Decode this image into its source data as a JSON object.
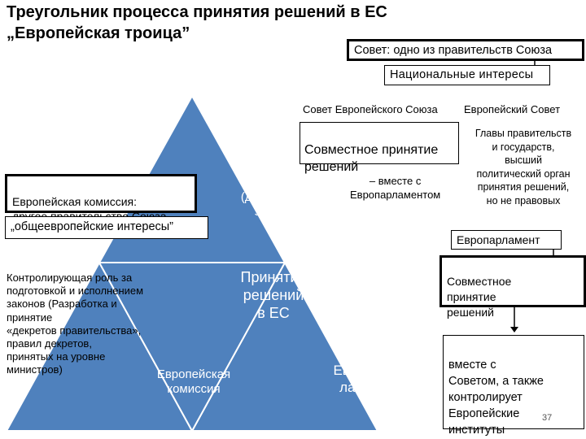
{
  "title": {
    "line1": "Треугольник процесса принятия решений в ЕС",
    "line2": "„Европейская троица”"
  },
  "council_box": "Совет: одно из правительств Союза",
  "national_box": "Национальные интересы",
  "council_eu_label": "Совет Европейского Союза",
  "european_council_label": "Европейский Совет",
  "joint_decision_top": "Совместное принятие\nрешений",
  "heads_text": "Главы правительств\nи государств,\nвысший\nполитический орган\nпринятия решений,\nно не правовых",
  "with_parliament": "– вместе с\nЕвропарламентом",
  "commission_box": "Европейская комиссия:\nдругое правительство Союза",
  "common_interests_box": "„общеевропейские интересы”",
  "council_triangle": "Совет\n(двуглавый\nзверь)",
  "center_triangle": "Принятие\nрешений\nв ЕС",
  "commission_triangle": "Европейская\nкомиссия",
  "parliament_triangle": "Европар-\nламент",
  "control_text": "Контролирующая роль за\nподготовкой и исполнением\n законов (Разработка и\nпринятие\n«декретов правительства»,\nправил декретов,\nпринятых на уровне\nминистров)",
  "europarliament_box": "Европарламент",
  "joint_decision_right": "Совместное\nпринятие\nрешений",
  "parliament_text": "вместе с\nСоветом, а также\nконтролирует\nЕвропейские\nинституты",
  "page_number": "37",
  "colors": {
    "triangle_fill": "#4f81bd",
    "triangle_stroke": "#ffffff",
    "text_on_blue": "#ffffff"
  }
}
